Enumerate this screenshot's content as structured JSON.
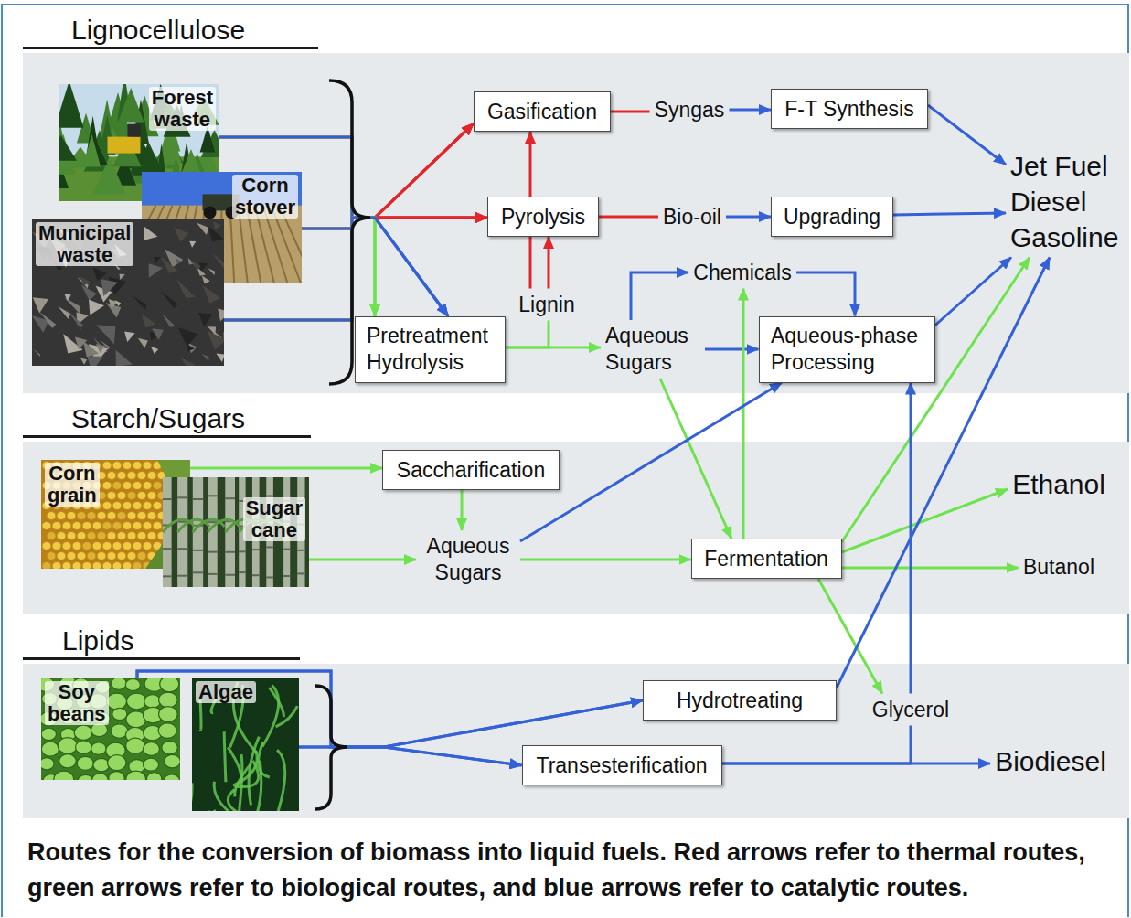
{
  "diagram": {
    "caption": "Routes for the conversion of biomass into liquid fuels. Red arrows refer to thermal routes, green arrows refer to biological routes, and blue arrows refer to catalytic routes.",
    "nodes": [
      {
        "text": [
          "Lignocellulose"
        ]
      },
      {
        "text": [
          "Forest waste"
        ],
        "in": 0
      },
      {
        "text": [
          "Corn stover"
        ],
        "in": 0
      },
      {
        "text": [
          "Municipal waste"
        ],
        "in": 0
      },
      {
        "text": [
          "Gasification"
        ],
        "in": 0
      },
      {
        "text": [
          "Syngas"
        ],
        "in": 0
      },
      {
        "text": [
          "F-T Synthesis"
        ],
        "in": 0
      },
      {
        "text": [
          "Pyrolysis"
        ],
        "in": 0
      },
      {
        "text": [
          "Bio-oil"
        ],
        "in": 0
      },
      {
        "text": [
          "Upgrading"
        ],
        "in": 0
      },
      {
        "text": [
          "Jet Fuel Diesel Gasoline"
        ],
        "in": 0
      },
      {
        "text": [
          "Lignin"
        ],
        "in": 0
      },
      {
        "text": [
          "Chemicals"
        ],
        "in": 0
      },
      {
        "text": [
          "Pretreatment Hydrolysis"
        ],
        "in": 0
      },
      {
        "text": [
          "Aqueous Sugars"
        ],
        "in": 0
      },
      {
        "text": [
          "Aqueous-phase Processing"
        ],
        "in": 0
      },
      {
        "text": [
          "Starch/Sugars"
        ]
      },
      {
        "text": [
          "Corn grain"
        ],
        "in": 16
      },
      {
        "text": [
          "Sugar cane"
        ],
        "in": 16
      },
      {
        "text": [
          "Saccharification"
        ],
        "in": 16
      },
      {
        "text": [
          "Aqueous Sugars"
        ],
        "in": 16
      },
      {
        "text": [
          "Fermentation"
        ],
        "in": 16
      },
      {
        "text": [
          "Ethanol"
        ],
        "in": 16
      },
      {
        "text": [
          "Butanol"
        ],
        "in": 16
      },
      {
        "text": [
          "Lipids"
        ]
      },
      {
        "text": [
          "Soy beans"
        ],
        "in": 24
      },
      {
        "text": [
          "Algae"
        ],
        "in": 24
      },
      {
        "text": [
          "Hydrotreating"
        ],
        "in": 24
      },
      {
        "text": [
          "Glycerol"
        ],
        "in": 24
      },
      {
        "text": [
          "Transesterification"
        ],
        "in": 24
      },
      {
        "text": [
          "Biodiesel"
        ],
        "in": 24
      }
    ],
    "edges": [
      {
        "from": 1,
        "to": 4,
        "arrow": "to"
      },
      {
        "from": 1,
        "to": 7,
        "arrow": "to"
      },
      {
        "from": 1,
        "to": 13,
        "arrow": "to"
      },
      {
        "from": 1,
        "to": 13,
        "arrow": "to"
      },
      {
        "from": 2,
        "to": 4,
        "arrow": "to"
      },
      {
        "from": 2,
        "to": 7,
        "arrow": "to"
      },
      {
        "from": 2,
        "to": 13,
        "arrow": "to"
      },
      {
        "from": 2,
        "to": 13,
        "arrow": "to"
      },
      {
        "from": 3,
        "to": 4,
        "arrow": "to"
      },
      {
        "from": 3,
        "to": 7,
        "arrow": "to"
      },
      {
        "from": 3,
        "to": 13,
        "arrow": "to"
      },
      {
        "from": 3,
        "to": 13,
        "arrow": "to"
      },
      {
        "from": 4,
        "to": 5,
        "arrow": "none"
      },
      {
        "from": 5,
        "to": 6,
        "arrow": "to"
      },
      {
        "from": 6,
        "to": 10,
        "arrow": "to"
      },
      {
        "from": 7,
        "to": 4,
        "arrow": "to"
      },
      {
        "from": 7,
        "to": 8,
        "arrow": "none"
      },
      {
        "from": 8,
        "to": 9,
        "arrow": "to"
      },
      {
        "from": 9,
        "to": 10,
        "arrow": "to"
      },
      {
        "from": 11,
        "to": 7,
        "arrow": "to"
      },
      {
        "from": 11,
        "to": 7,
        "arrow": "none"
      },
      {
        "from": 13,
        "to": 11,
        "arrow": "none"
      },
      {
        "from": 13,
        "to": 14,
        "arrow": "to"
      },
      {
        "from": 14,
        "to": 12,
        "arrow": "to"
      },
      {
        "from": 12,
        "to": 15,
        "arrow": "to"
      },
      {
        "from": 14,
        "to": 15,
        "arrow": "to"
      },
      {
        "from": 14,
        "to": 21,
        "arrow": "to"
      },
      {
        "from": 15,
        "to": 10,
        "arrow": "to"
      },
      {
        "from": 21,
        "to": 12,
        "arrow": "to"
      },
      {
        "from": 21,
        "to": 10,
        "arrow": "to"
      },
      {
        "from": 21,
        "to": 22,
        "arrow": "to"
      },
      {
        "from": 21,
        "to": 23,
        "arrow": "to"
      },
      {
        "from": 21,
        "to": 28,
        "arrow": "to"
      },
      {
        "from": 17,
        "to": 19,
        "arrow": "to"
      },
      {
        "from": 19,
        "to": 20,
        "arrow": "to"
      },
      {
        "from": 18,
        "to": 20,
        "arrow": "to"
      },
      {
        "from": 20,
        "to": 21,
        "arrow": "to"
      },
      {
        "from": 20,
        "to": 15,
        "arrow": "to"
      },
      {
        "from": 25,
        "to": 27,
        "arrow": "to"
      },
      {
        "from": 25,
        "to": 29,
        "arrow": "to"
      },
      {
        "from": 26,
        "to": 27,
        "arrow": "to"
      },
      {
        "from": 26,
        "to": 29,
        "arrow": "to"
      },
      {
        "from": 27,
        "to": 10,
        "arrow": "to"
      },
      {
        "from": 29,
        "to": 30,
        "arrow": "to"
      },
      {
        "from": 29,
        "to": 28,
        "arrow": "none"
      },
      {
        "from": 28,
        "to": 15,
        "arrow": "to"
      }
    ]
  }
}
